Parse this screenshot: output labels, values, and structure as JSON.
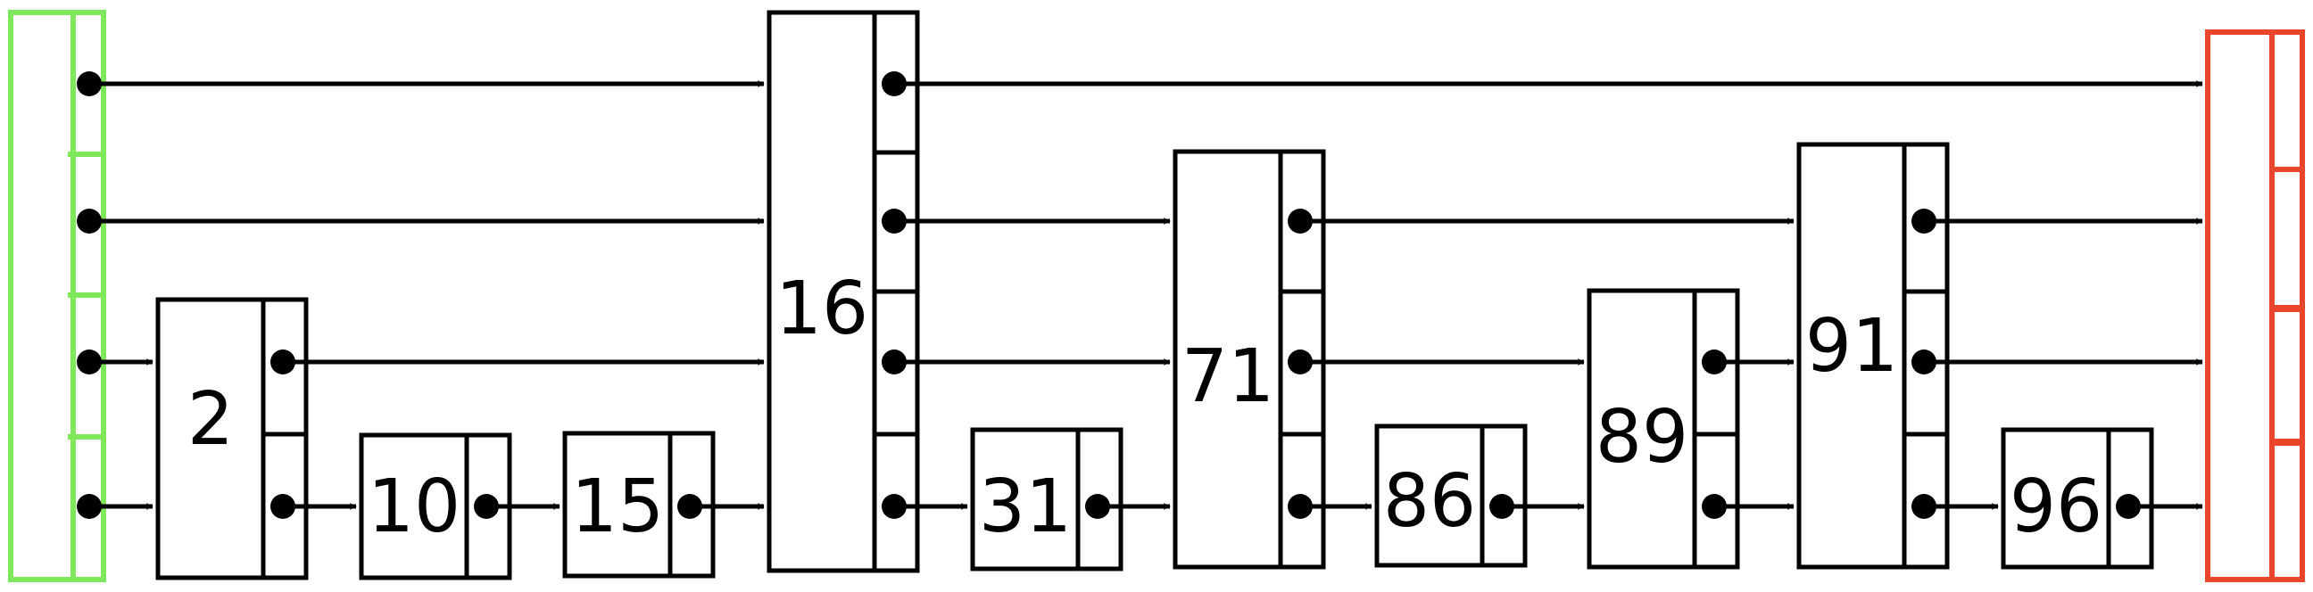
{
  "colors": {
    "head": "#7ee85a",
    "tail": "#e8452c",
    "node": "#000000",
    "background": "#ffffff"
  },
  "nodes": [
    {
      "key": "2",
      "levels": 2
    },
    {
      "key": "10",
      "levels": 1
    },
    {
      "key": "15",
      "levels": 1
    },
    {
      "key": "16",
      "levels": 4
    },
    {
      "key": "31",
      "levels": 1
    },
    {
      "key": "71",
      "levels": 3
    },
    {
      "key": "86",
      "levels": 1
    },
    {
      "key": "89",
      "levels": 2
    },
    {
      "key": "91",
      "levels": 3
    },
    {
      "key": "96",
      "levels": 1
    }
  ],
  "head_levels": 4,
  "tail_levels": 4
}
